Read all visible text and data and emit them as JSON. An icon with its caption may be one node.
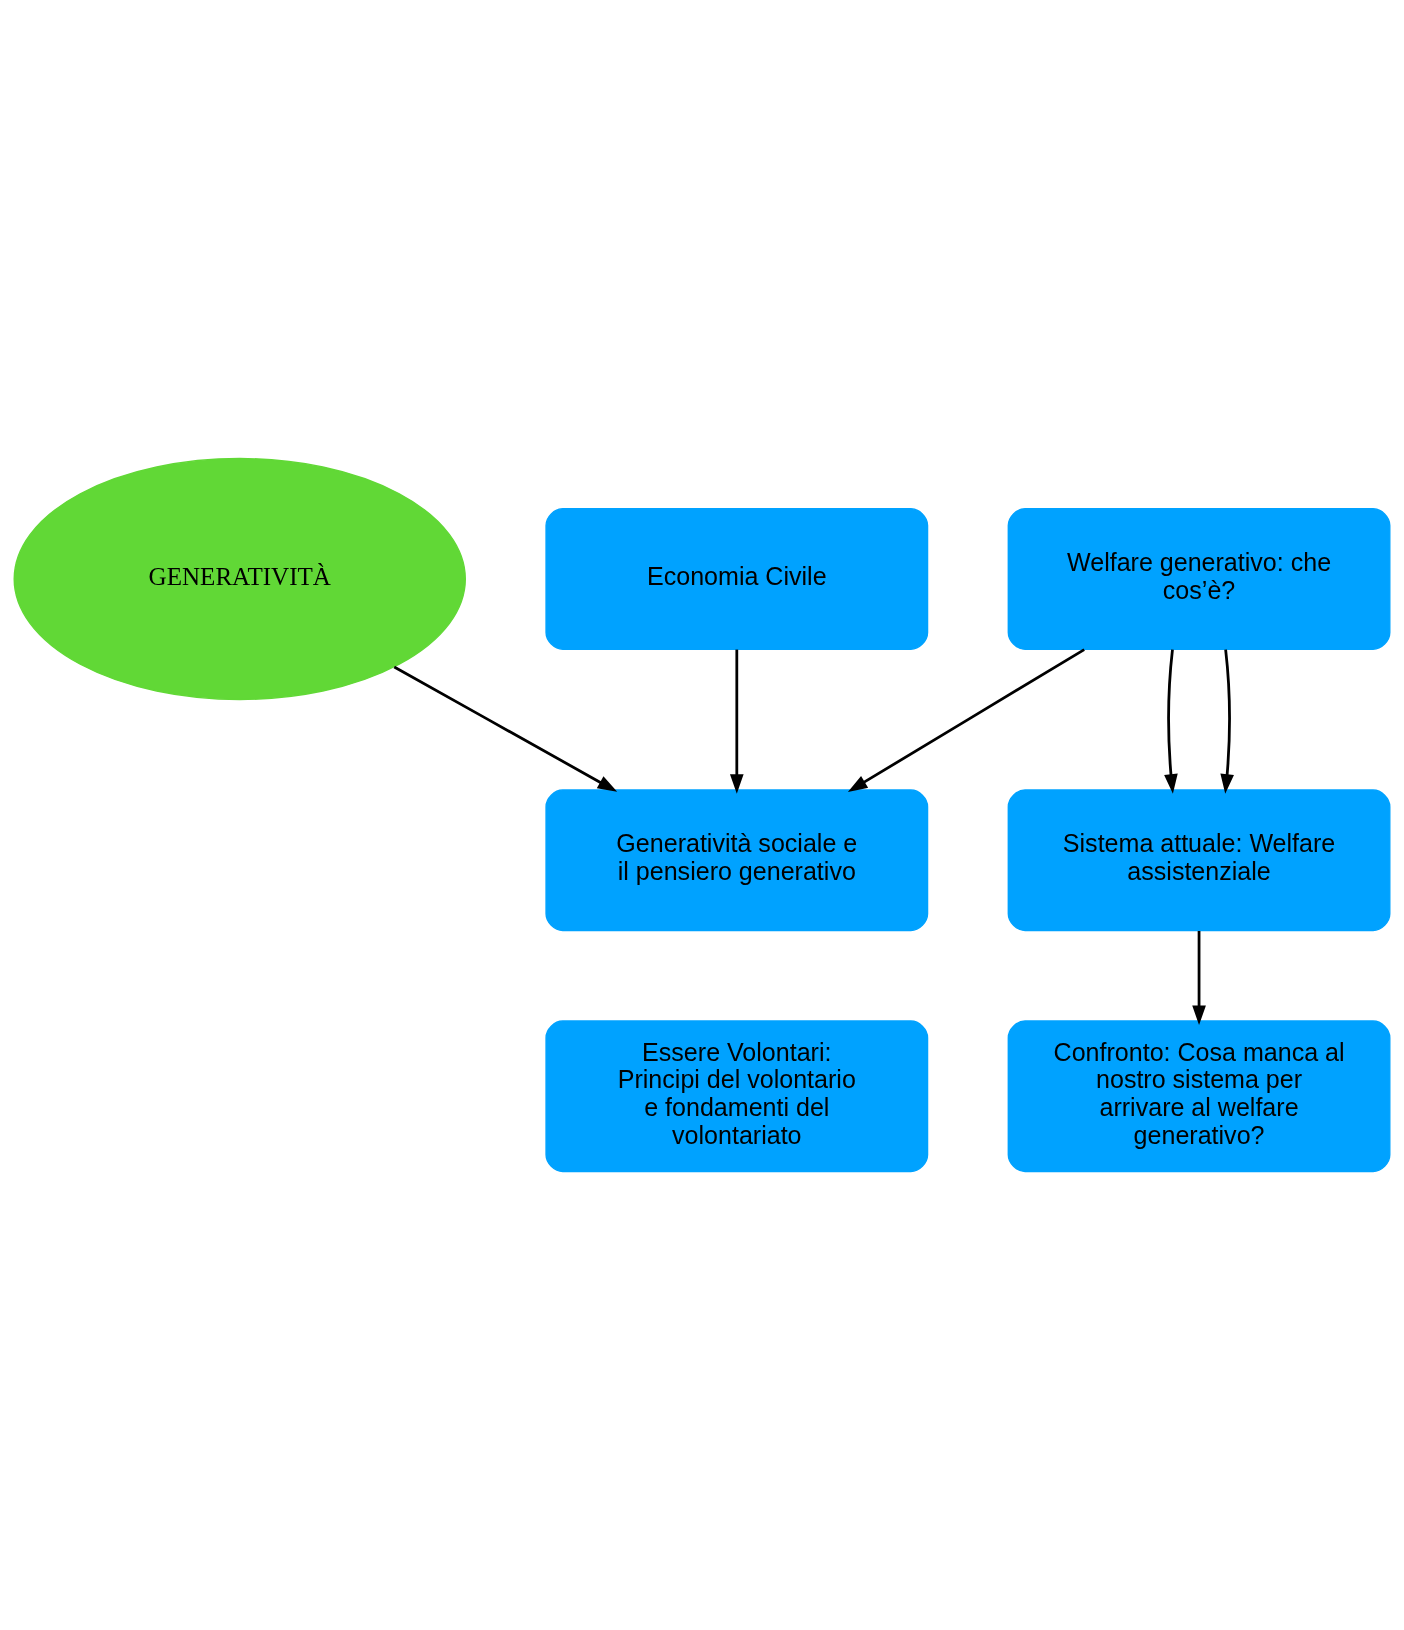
{
  "diagram": {
    "nodes": [
      {
        "text": [
          "GENERATIVITÀ"
        ]
      },
      {
        "text": [
          "Economia Civile"
        ]
      },
      {
        "text": [
          "Welfare generativo: che cos’è?"
        ]
      },
      {
        "text": [
          "Sistema attuale: Welfare assistenziale"
        ]
      },
      {
        "text": [
          "Confronto: Cosa manca al nostro sistema per arrivare al welfare generativo?"
        ]
      },
      {
        "text": [
          "Generatività sociale e il pensiero generativo"
        ]
      },
      {
        "text": [
          "Essere Volontari: Principi del volontario e fondamenti del volontariato"
        ]
      }
    ],
    "edges": [
      {
        "from": 1,
        "to": 5,
        "arrow": "to"
      },
      {
        "from": 0,
        "to": 5,
        "arrow": "to"
      },
      {
        "from": 2,
        "to": 5,
        "arrow": "to"
      },
      {
        "from": 2,
        "to": 3,
        "arrow": "to"
      },
      {
        "from": 2,
        "to": 3,
        "arrow": "to"
      },
      {
        "from": 3,
        "to": 4,
        "arrow": "to"
      }
    ]
  }
}
